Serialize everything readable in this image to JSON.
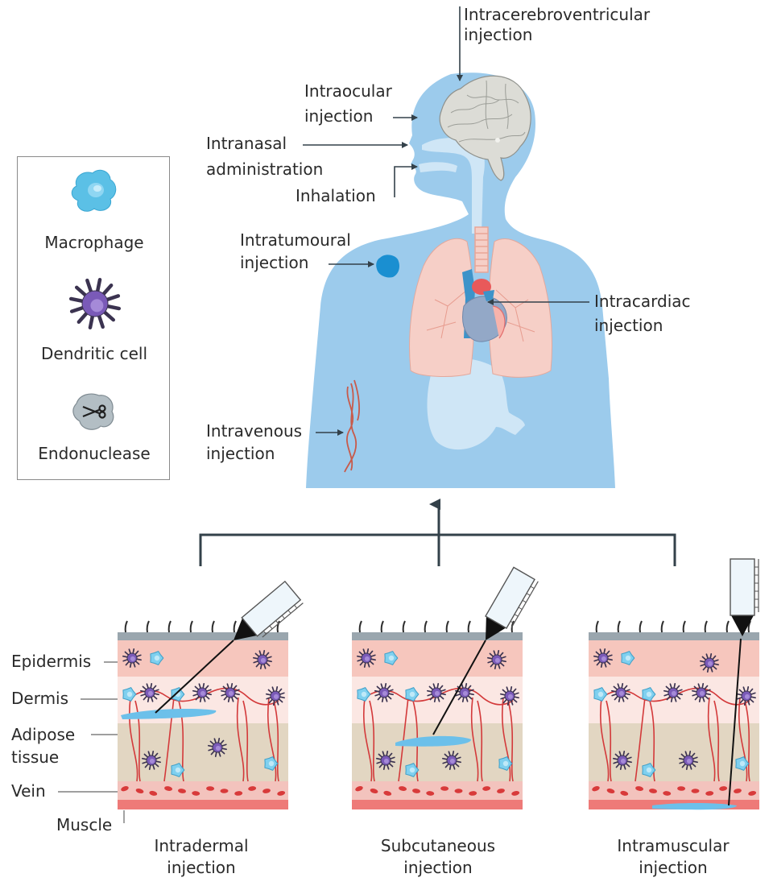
{
  "legend": {
    "items": [
      {
        "icon": "macrophage-icon",
        "label": "Macrophage",
        "color": "#5bc0e6"
      },
      {
        "icon": "dendritic-cell-icon",
        "label": "Dendritic cell",
        "color": "#7a5ab8"
      },
      {
        "icon": "endonuclease-icon",
        "label": "Endonuclease",
        "color": "#a9b4bb"
      }
    ]
  },
  "body_routes": {
    "intracerebroventricular": [
      "Intracerebroventricular",
      "injection"
    ],
    "intraocular": [
      "Intraocular",
      "injection"
    ],
    "intranasal": [
      "Intranasal",
      "administration"
    ],
    "inhalation": "Inhalation",
    "intratumoural": [
      "Intratumoural",
      "injection"
    ],
    "intracardiac": [
      "Intracardiac",
      "injection"
    ],
    "intravenous": [
      "Intravenous",
      "injection"
    ]
  },
  "skin_layers": {
    "epidermis": "Epidermis",
    "dermis": "Dermis",
    "adipose": [
      "Adipose",
      "tissue"
    ],
    "vein": "Vein",
    "muscle": "Muscle"
  },
  "injection_panels": [
    {
      "title": [
        "Intradermal",
        "injection"
      ],
      "depot_layer": "dermis"
    },
    {
      "title": [
        "Subcutaneous",
        "injection"
      ],
      "depot_layer": "adipose tissue"
    },
    {
      "title": [
        "Intramuscular",
        "injection"
      ],
      "depot_layer": "muscle"
    }
  ],
  "colors": {
    "body": "#9ccbec",
    "airway": "#cfe6f6",
    "brain": "#dcdcd6",
    "lung": "#f6cfc7",
    "epidermis": "#f6c6bd",
    "dermis": "#fbe7e3",
    "adipose": "#e2d6c2",
    "vein_layer": "#f3c3bd",
    "muscle": "#ee7a78",
    "skin_surface": "#9aa6ae",
    "depot": "#6cc0ea",
    "arrow": "#33414a"
  }
}
